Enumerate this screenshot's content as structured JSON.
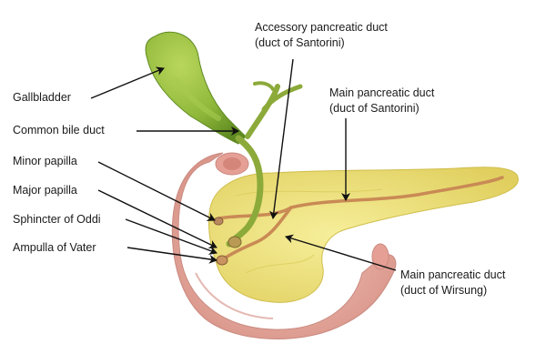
{
  "labels": {
    "gallbladder": "Gallbladder",
    "common_bile_duct": "Common bile duct",
    "minor_papilla": "Minor papilla",
    "major_papilla": "Major papilla",
    "sphincter_of_oddi": "Sphincter of Oddi",
    "ampulla_of_vater": "Ampulla of Vater",
    "accessory_duct_line1": "Accessory pancreatic duct",
    "accessory_duct_line2": "(duct of Santorini)",
    "main_duct_santorini_line1": "Main pancreatic duct",
    "main_duct_santorini_line2": "(duct of Santorini)",
    "main_duct_wirsung_line1": "Main pancreatic duct",
    "main_duct_wirsung_line2": "(duct of Wirsung)"
  },
  "colors": {
    "gallbladder": "#8fb83a",
    "bile_duct": "#8caa3a",
    "pancreas": "#eee27a",
    "duodenum": "#eaaaa0",
    "pancreatic_duct": "#c98a55",
    "arrow": "#111111"
  }
}
